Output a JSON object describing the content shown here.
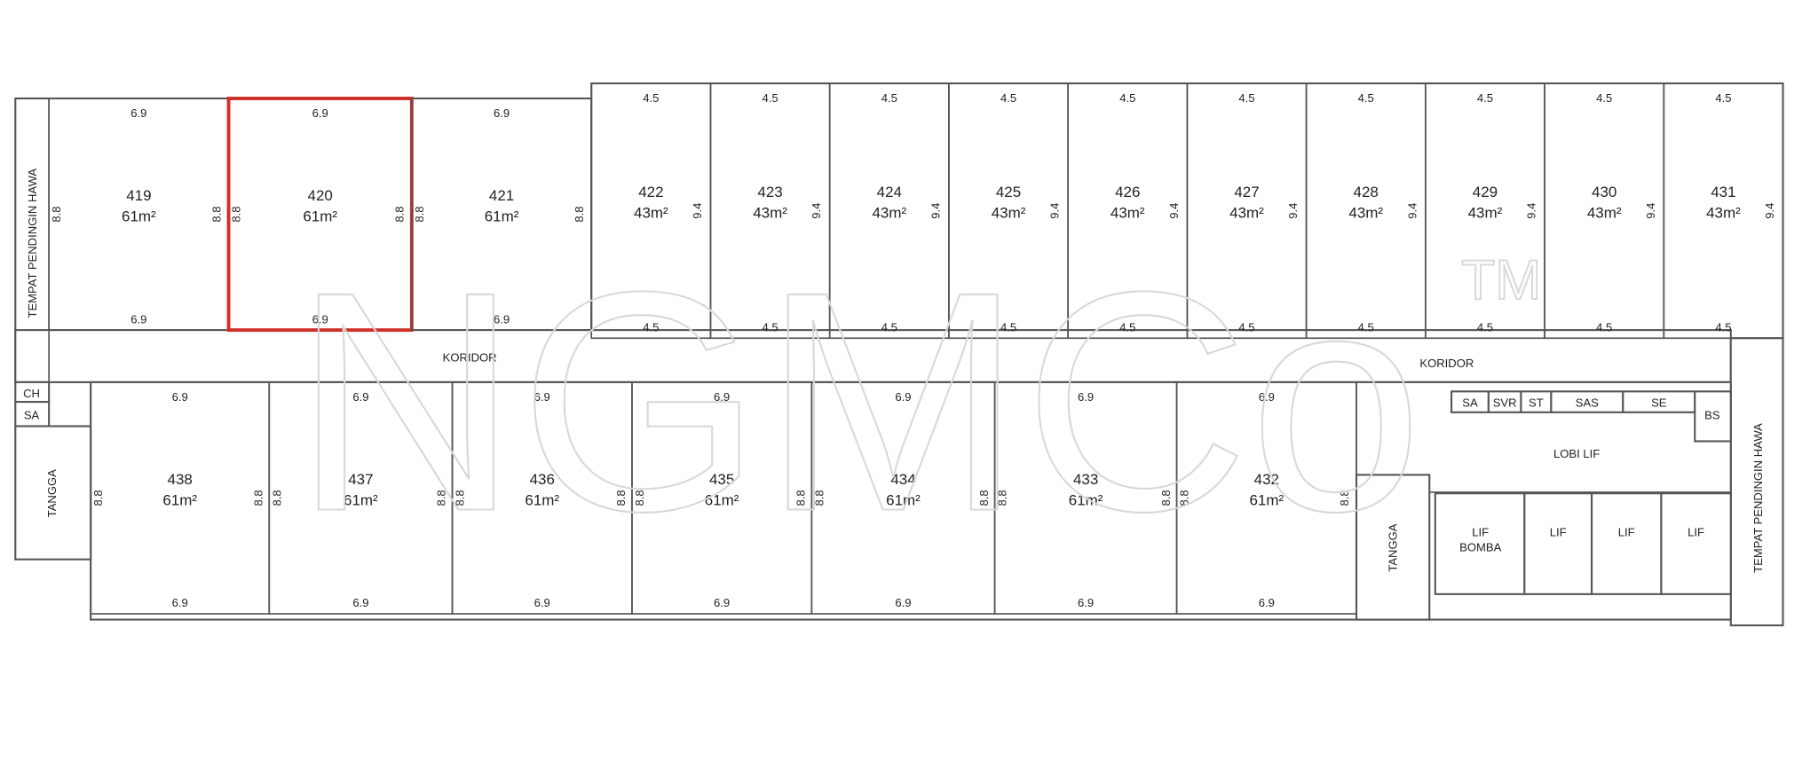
{
  "plan": {
    "corridor_label": "KORIDOR",
    "selected_room": "420",
    "selected_color": "#d0302a",
    "left_strip": "TEMPAT PENDINGIN HAWA",
    "right_strip": "TEMPAT PENDINGIN HAWA",
    "left_small": [
      "CH",
      "SA"
    ],
    "stairs_label": "TANGGA",
    "service": {
      "small_rooms": [
        "SA",
        "SVR",
        "ST",
        "SAS",
        "SE",
        "BS"
      ],
      "lobby": "LOBI LIF",
      "lifts": [
        "LIF\nBOMBA",
        "LIF",
        "LIF",
        "LIF"
      ]
    },
    "watermark": "NGMCo",
    "watermark_tm": "TM"
  },
  "rooms_top_large": [
    {
      "id": "419",
      "area": "61m²",
      "w": "6.9",
      "d": "8.8"
    },
    {
      "id": "420",
      "area": "61m²",
      "w": "6.9",
      "d": "8.8"
    },
    {
      "id": "421",
      "area": "61m²",
      "w": "6.9",
      "d": "8.8"
    }
  ],
  "rooms_top_small": [
    {
      "id": "422",
      "area": "43m²",
      "w": "4.5",
      "d": "9.4"
    },
    {
      "id": "423",
      "area": "43m²",
      "w": "4.5",
      "d": "9.4"
    },
    {
      "id": "424",
      "area": "43m²",
      "w": "4.5",
      "d": "9.4"
    },
    {
      "id": "425",
      "area": "43m²",
      "w": "4.5",
      "d": "9.4"
    },
    {
      "id": "426",
      "area": "43m²",
      "w": "4.5",
      "d": "9.4"
    },
    {
      "id": "427",
      "area": "43m²",
      "w": "4.5",
      "d": "9.4"
    },
    {
      "id": "428",
      "area": "43m²",
      "w": "4.5",
      "d": "9.4"
    },
    {
      "id": "429",
      "area": "43m²",
      "w": "4.5",
      "d": "9.4"
    },
    {
      "id": "430",
      "area": "43m²",
      "w": "4.5",
      "d": "9.4"
    },
    {
      "id": "431",
      "area": "43m²",
      "w": "4.5",
      "d": "9.4"
    }
  ],
  "rooms_bottom": [
    {
      "id": "438",
      "area": "61m²",
      "w": "6.9",
      "d": "8.8"
    },
    {
      "id": "437",
      "area": "61m²",
      "w": "6.9",
      "d": "8.8"
    },
    {
      "id": "436",
      "area": "61m²",
      "w": "6.9",
      "d": "8.8"
    },
    {
      "id": "435",
      "area": "61m²",
      "w": "6.9",
      "d": "8.8"
    },
    {
      "id": "434",
      "area": "61m²",
      "w": "6.9",
      "d": "8.8"
    },
    {
      "id": "433",
      "area": "61m²",
      "w": "6.9",
      "d": "8.8"
    },
    {
      "id": "432",
      "area": "61m²",
      "w": "6.9",
      "d": "8.8"
    }
  ]
}
